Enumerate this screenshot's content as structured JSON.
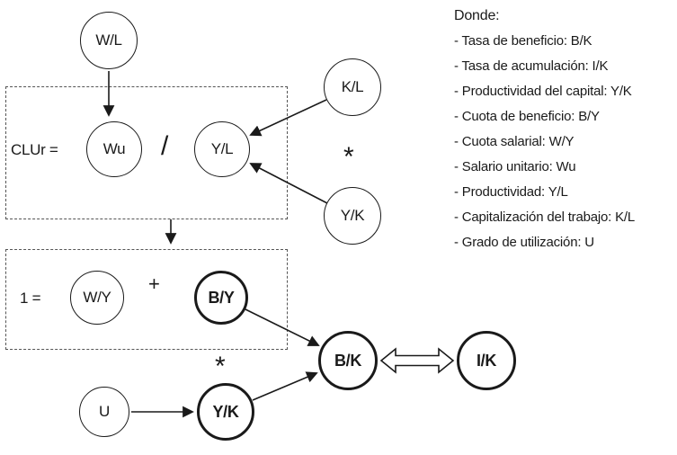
{
  "diagram": {
    "clur_label": "CLUr =",
    "one_label": "1 =",
    "divide": "/",
    "plus": "+",
    "star_top": "*",
    "star_bottom": "*",
    "nodes": {
      "wl": "W/L",
      "wu": "Wu",
      "yl": "Y/L",
      "kl": "K/L",
      "yk_top": "Y/K",
      "wy": "W/Y",
      "by": "B/Y",
      "u": "U",
      "yk_bottom": "Y/K",
      "bk": "B/K",
      "ik": "I/K"
    }
  },
  "legend": {
    "title": "Donde:",
    "items": [
      "- Tasa de beneficio: B/K",
      "- Tasa de acumulación: I/K",
      "- Productividad del capital: Y/K",
      "- Cuota de beneficio: B/Y",
      "- Cuota salarial: W/Y",
      "- Salario unitario: Wu",
      "- Productividad: Y/L",
      "- Capitalización del trabajo: K/L",
      "- Grado de utilización: U"
    ]
  }
}
